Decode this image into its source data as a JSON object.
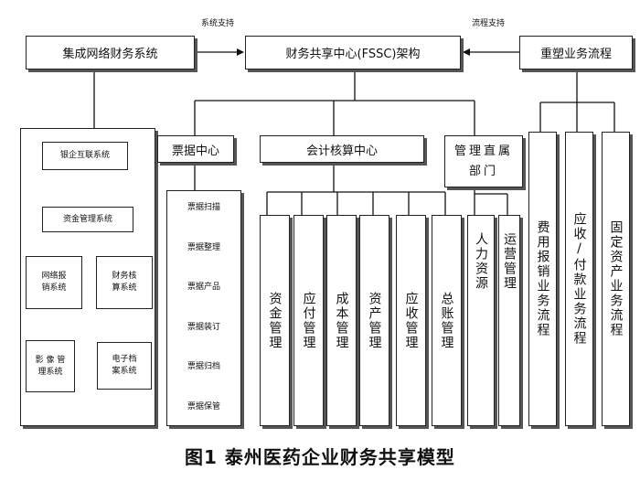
{
  "labels": {
    "system_support": "系统支持",
    "process_support": "流程支持"
  },
  "top": {
    "left": "集成网络财务系统",
    "center": "财务共享中心(FSSC)架构",
    "right": "重塑业务流程"
  },
  "left_panel": {
    "bank": "银企互联系统",
    "fund": "资金管理系统",
    "reimb": [
      "网络报",
      "销系统"
    ],
    "account": [
      "财务核",
      "算系统"
    ],
    "image": [
      "影 像 管",
      "理系统"
    ],
    "archive": [
      "电子档",
      "案系统"
    ]
  },
  "bill_center": {
    "title": "票据中心",
    "steps": [
      "票据扫描",
      "票据整理",
      "票据产品",
      "票据装订",
      "票据归档",
      "票据保管"
    ]
  },
  "accounting_center": {
    "title": "会计核算中心",
    "items": [
      "资金管理",
      "应付管理",
      "成本管理",
      "资产管理",
      "应收管理",
      "总账管理"
    ]
  },
  "direct_dept": {
    "title": "管理直属部门",
    "items": [
      "人力资源",
      "运营管理"
    ]
  },
  "processes": [
    "费用报销业务流程",
    "应收/付款业务流程",
    "固定资产业务流程"
  ],
  "caption": "图1  泰州医药企业财务共享模型"
}
